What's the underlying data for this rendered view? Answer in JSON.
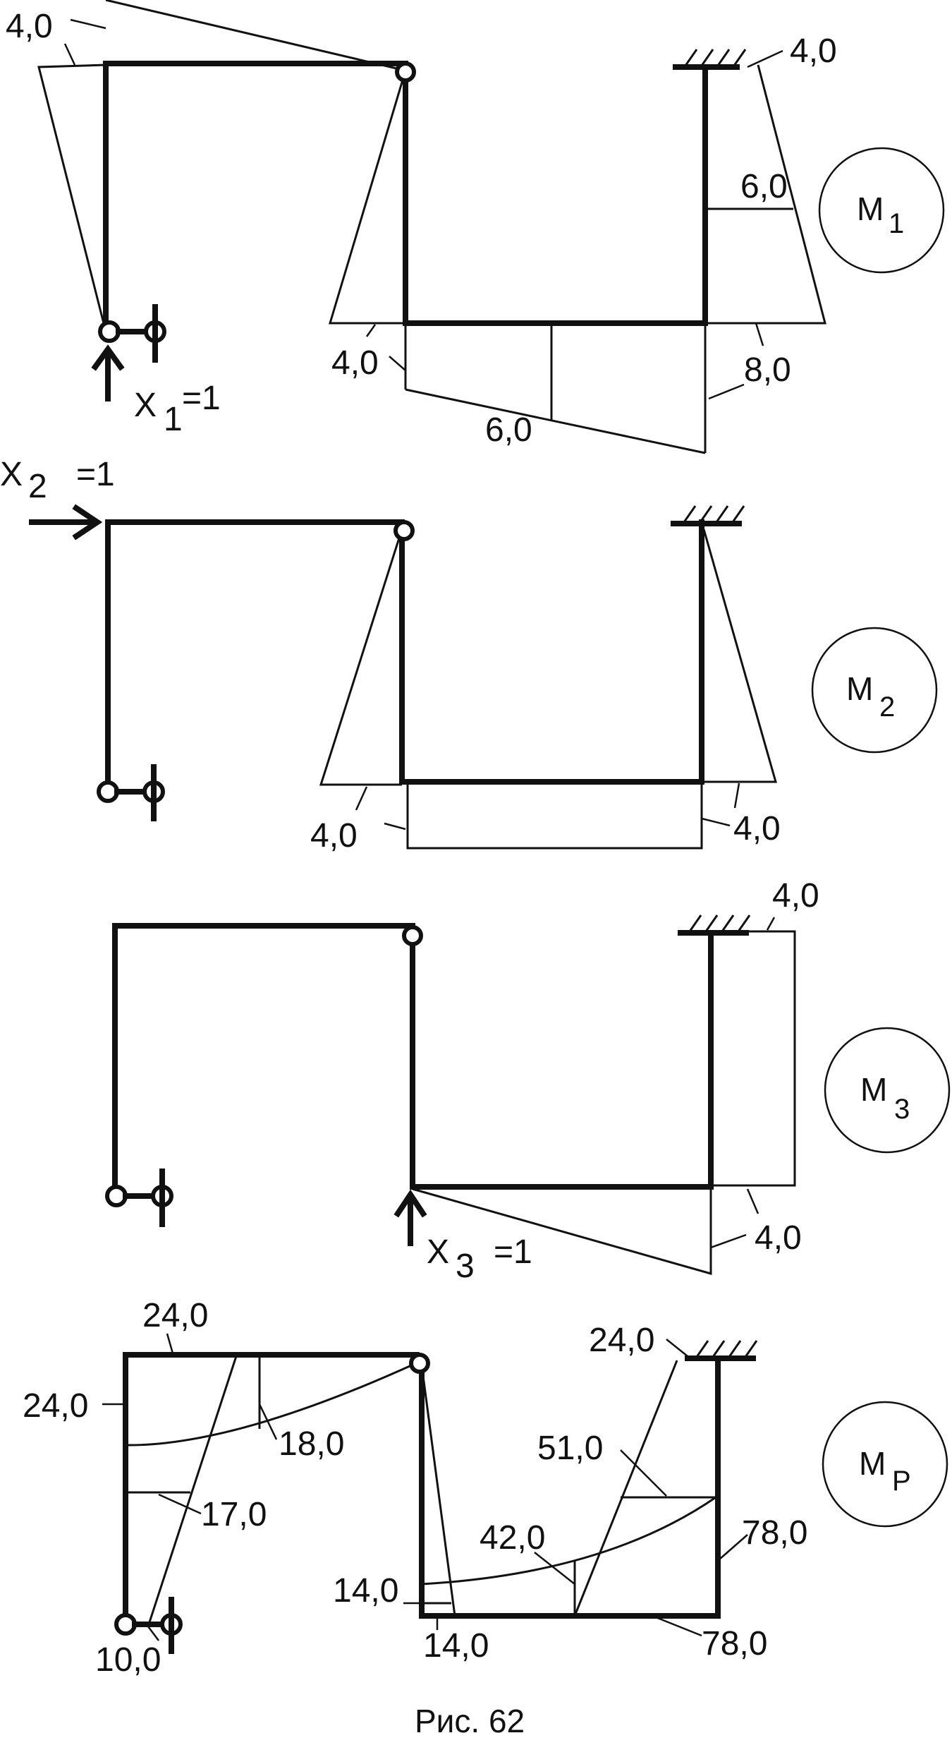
{
  "diagrams": [
    {
      "id": "m1",
      "label": "M",
      "sub": "1",
      "force": {
        "symbol": "X",
        "sub": "1",
        "eq": "=1"
      },
      "values": [
        "4,0",
        "4,0",
        "6,0",
        "4,0",
        "8,0",
        "6,0"
      ]
    },
    {
      "id": "m2",
      "label": "M",
      "sub": "2",
      "force": {
        "symbol": "X",
        "sub": "2",
        "eq": "=1"
      },
      "values": [
        "4,0",
        "4,0"
      ]
    },
    {
      "id": "m3",
      "label": "M",
      "sub": "3",
      "force": {
        "symbol": "X",
        "sub": "3",
        "eq": "=1"
      },
      "values": [
        "4,0",
        "4,0"
      ]
    },
    {
      "id": "mp",
      "label": "M",
      "sub": "P",
      "values": [
        "24,0",
        "24,0",
        "18,0",
        "17,0",
        "10,0",
        "24,0",
        "51,0",
        "42,0",
        "78,0",
        "14,0",
        "14,0",
        "78,0"
      ]
    }
  ],
  "caption": "Рис. 62"
}
